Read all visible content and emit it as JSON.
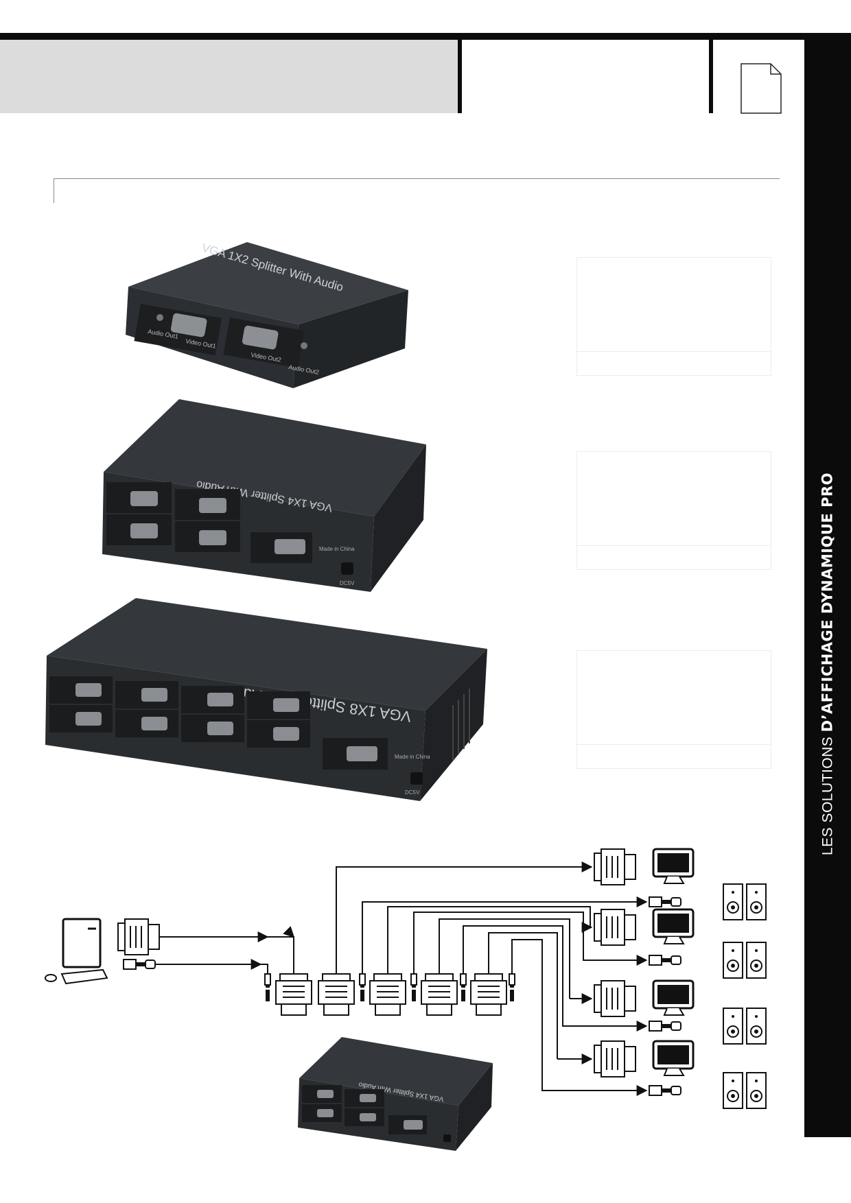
{
  "sidebar": {
    "label_light": "LES SOLUTIONS ",
    "label_bold": "D’AFFICHAGE DYNAMIQUE PRO",
    "band_color": "#0b0b0b"
  },
  "products": [
    {
      "name": "VGA 1X2 Splitter With Audio",
      "ports": [
        "Audio Out1",
        "Video Out1",
        "Video Out2",
        "Audio Out2"
      ]
    },
    {
      "name": "VGA 1X4 Splitter With Audio",
      "marks": "Made in China",
      "power": "DC5V"
    },
    {
      "name": "VGA 1X8 Splitter With Audio",
      "marks": "Made in China",
      "power": "DC5V"
    }
  ],
  "diagram": {
    "device_label": "VGA 1X4 Splitter With Audio"
  }
}
